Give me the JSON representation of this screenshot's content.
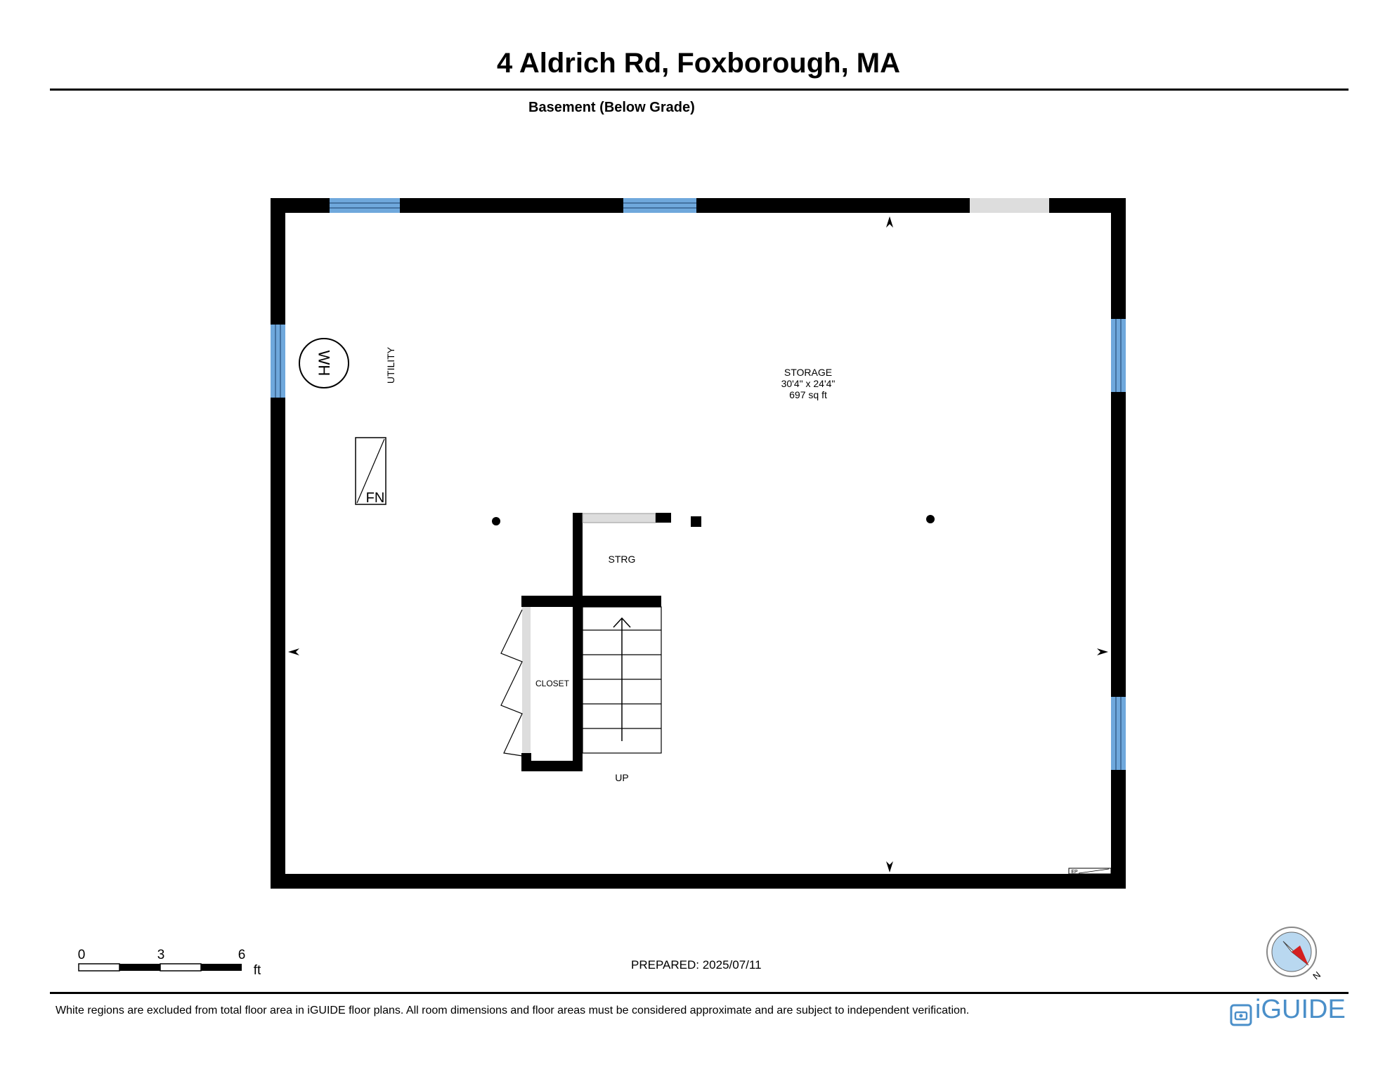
{
  "header": {
    "title": "4 Aldrich Rd, Foxborough, MA",
    "level": "Basement (Below Grade)"
  },
  "floorplan": {
    "main_room": {
      "name": "STORAGE",
      "dimensions": "30'4\" x 24'4\"",
      "area": "697 sq ft"
    },
    "labels": {
      "utility": "UTILITY",
      "water_heater": "WH",
      "furnace": "FN",
      "strg": "STRG",
      "closet": "CLOSET",
      "up": "UP",
      "ep": "EP"
    },
    "colors": {
      "wall": "#000000",
      "window": "#6fa8dc",
      "opening": "#dddddd"
    }
  },
  "scale_bar": {
    "ticks": [
      "0",
      "3",
      "6"
    ],
    "unit": "ft"
  },
  "footer": {
    "prepared": "PREPARED: 2025/07/11",
    "disclaimer": "White regions are excluded from total floor area in iGUIDE floor plans. All room dimensions and floor areas must be considered approximate and are subject to independent verification.",
    "brand": "iGUIDE",
    "compass_icon": "compass-icon",
    "brand_color": "#4a8fc9",
    "compass_needle_color": "#d42020"
  }
}
